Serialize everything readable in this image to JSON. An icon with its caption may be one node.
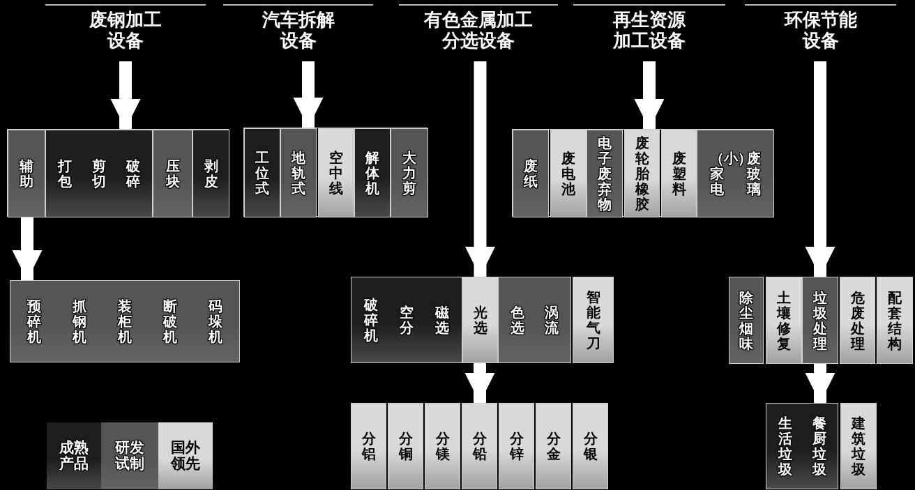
{
  "diagram": {
    "nodes": [
      {
        "text": [
          "废钢加工设备"
        ]
      },
      {
        "text": [
          "汽车拆解设备"
        ]
      },
      {
        "text": [
          "有色金属加工分选设备"
        ]
      },
      {
        "text": [
          "再生资源加工设备"
        ]
      },
      {
        "text": [
          "环保节能设备"
        ]
      },
      {
        "text": [],
        "shape": "box"
      },
      {
        "text": [
          "辅助"
        ],
        "in": 5
      },
      {
        "text": [
          "打包",
          "剪切",
          "破碎"
        ],
        "in": 5
      },
      {
        "text": [
          "压块"
        ],
        "in": 5
      },
      {
        "text": [
          "剥皮"
        ],
        "in": 5
      },
      {
        "text": [
          "预碎机",
          "抓钢机",
          "装柜机",
          "断破机",
          "码垛机"
        ]
      },
      {
        "text": [],
        "shape": "box"
      },
      {
        "text": [
          "工位式"
        ],
        "in": 11
      },
      {
        "text": [
          "地轨式"
        ],
        "in": 11
      },
      {
        "text": [
          "空中线"
        ],
        "in": 11
      },
      {
        "text": [
          "解体机"
        ],
        "in": 11
      },
      {
        "text": [
          "大力剪"
        ],
        "in": 11
      },
      {
        "text": [
          "破碎机",
          "空分",
          "磁选"
        ]
      },
      {
        "text": [
          "光选"
        ]
      },
      {
        "text": [
          "色选",
          "涡流"
        ]
      },
      {
        "text": [
          "智能气刀"
        ]
      },
      {
        "text": [
          "分铝"
        ]
      },
      {
        "text": [
          "分铜"
        ]
      },
      {
        "text": [
          "分镁"
        ]
      },
      {
        "text": [
          "分铅"
        ]
      },
      {
        "text": [
          "分锌"
        ]
      },
      {
        "text": [
          "分金"
        ]
      },
      {
        "text": [
          "分银"
        ]
      },
      {
        "text": [],
        "shape": "box"
      },
      {
        "text": [
          "废纸"
        ],
        "in": 28
      },
      {
        "text": [
          "废电池"
        ],
        "in": 28
      },
      {
        "text": [
          "电子废弃物"
        ],
        "in": 28
      },
      {
        "text": [
          "废轮胎橡胶"
        ],
        "in": 28
      },
      {
        "text": [
          "废塑料"
        ],
        "in": 28
      },
      {
        "text": [
          "（小）家电",
          "废玻璃"
        ],
        "in": 28
      },
      {
        "text": [
          "除尘烟味"
        ]
      },
      {
        "text": [
          "土壤修复"
        ]
      },
      {
        "text": [
          "垃圾处理"
        ]
      },
      {
        "text": [
          "危废处理"
        ]
      },
      {
        "text": [
          "配套结构"
        ]
      },
      {
        "text": [
          "生活垃圾",
          "餐厨垃圾"
        ]
      },
      {
        "text": [
          "建筑垃圾"
        ]
      }
    ],
    "edges": [
      {
        "from": 0,
        "to": 5,
        "arrow": "to"
      },
      {
        "from": 1,
        "to": 11,
        "arrow": "to"
      },
      {
        "from": 2,
        "to": 18,
        "arrow": "to"
      },
      {
        "from": 3,
        "to": 28,
        "arrow": "to"
      },
      {
        "from": 4,
        "to": 37,
        "arrow": "to"
      },
      {
        "from": 6,
        "to": 10,
        "arrow": "to"
      },
      {
        "from": 18,
        "to": 24,
        "arrow": "to"
      },
      {
        "from": 37,
        "to": 40,
        "arrow": "to"
      }
    ],
    "legend": [
      {
        "text": "成熟产品",
        "color": "#1e1e1e"
      },
      {
        "text": "研发试制",
        "color": "#555555"
      },
      {
        "text": "国外领先",
        "color": "#d9d9d9"
      }
    ]
  }
}
